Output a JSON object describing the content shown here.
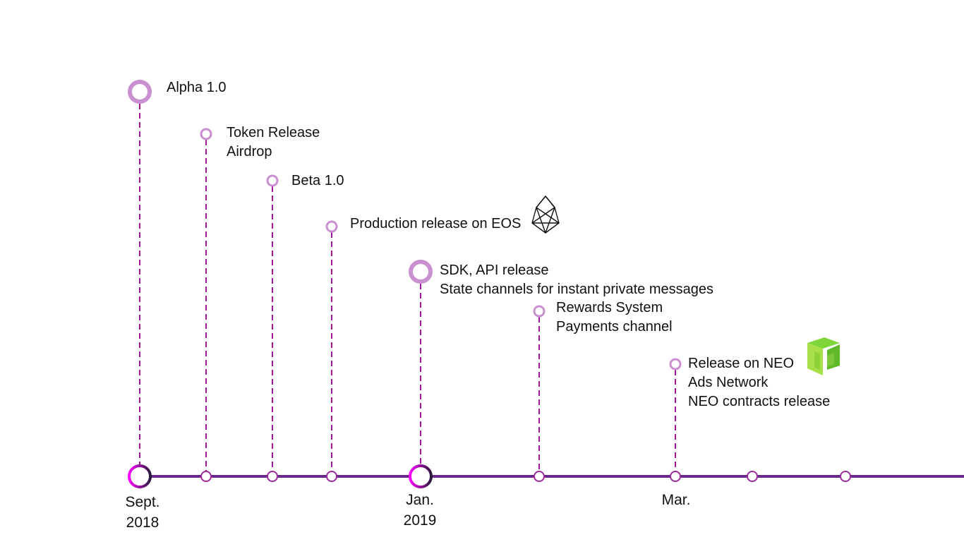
{
  "colors": {
    "axis_line": "#6a2a8c",
    "dashed_line": "#a0189a",
    "milestone_circle": "#c98fd0",
    "axis_tick_circle": "#9d2a9e",
    "axis_major_gradient_start": "#ff00ff",
    "axis_major_gradient_end": "#2a1a3a",
    "neo_green_light": "#a8e04a",
    "neo_green_dark": "#5fb82a"
  },
  "milestones": [
    {
      "lines": [
        "Alpha 1.0"
      ],
      "size": "large"
    },
    {
      "lines": [
        "Token Release",
        "Airdrop"
      ],
      "size": "small"
    },
    {
      "lines": [
        "Beta 1.0"
      ],
      "size": "small"
    },
    {
      "lines": [
        "Production release on EOS"
      ],
      "size": "small",
      "logo": "eos-logo-icon"
    },
    {
      "lines": [
        "SDK, API release",
        "State channels for instant private messages"
      ],
      "size": "large"
    },
    {
      "lines": [
        "Rewards System",
        "Payments channel"
      ],
      "size": "small"
    },
    {
      "lines": [
        "Release on NEO",
        "Ads Network",
        "NEO contracts release"
      ],
      "size": "small",
      "logo": "neo-logo-icon"
    }
  ],
  "axis_labels": [
    {
      "lines": [
        "Sept.",
        "2018"
      ]
    },
    {
      "lines": [
        "Jan.",
        "2019"
      ]
    },
    {
      "lines": [
        "Mar."
      ]
    }
  ],
  "axis_ticks": [
    {
      "type": "major"
    },
    {
      "type": "minor"
    },
    {
      "type": "minor"
    },
    {
      "type": "minor"
    },
    {
      "type": "major"
    },
    {
      "type": "minor"
    },
    {
      "type": "minor"
    },
    {
      "type": "minor"
    },
    {
      "type": "minor"
    }
  ]
}
